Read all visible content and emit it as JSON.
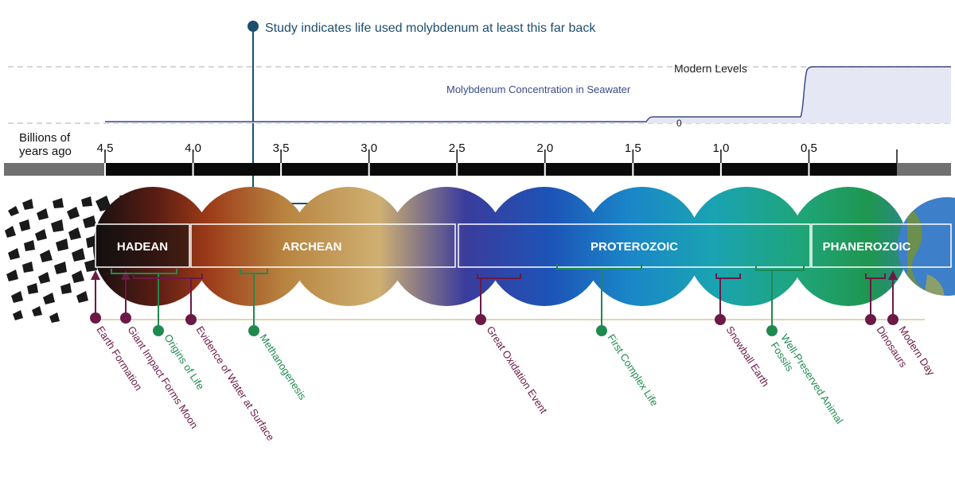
{
  "header": {
    "study_note": "Study indicates life used molybdenum at least this far back"
  },
  "concentration": {
    "modern_label": "Modern Levels",
    "chart_label": "Molybdenum Concentration in Seawater",
    "zero_label": "0"
  },
  "axis": {
    "title_line1": "Billions of",
    "title_line2": "years ago",
    "ticks": [
      "4.5",
      "4.0",
      "3.5",
      "3.0",
      "2.5",
      "2.0",
      "1.5",
      "1.0",
      "0.5"
    ]
  },
  "eons": {
    "hadean": "HADEAN",
    "archean": "ARCHEAN",
    "proterozoic": "PROTEROZOIC",
    "phanerozoic": "PHANEROZOIC"
  },
  "events": {
    "earth_formation": "Earth Formation",
    "giant_impact": "Giant Impact Forms Moon",
    "origins_of_life": "Origins of Life",
    "evidence_water": "Evidence of Water at Surface",
    "methanogenesis": "Methanogenesis",
    "great_oxidation": "Great Oxidation Event",
    "first_complex_life": "First Complex Life",
    "snowball_earth": "Snowball Earth",
    "animal_fossils_line1": "Well-Preserved Animal",
    "animal_fossils_line2": "Fossils",
    "dinosaurs": "Dinosaurs",
    "modern_day": "Modern Day"
  },
  "colors": {
    "maroon": "#6b1a45",
    "green": "#1f8a50",
    "navy": "#1d4e6e"
  }
}
